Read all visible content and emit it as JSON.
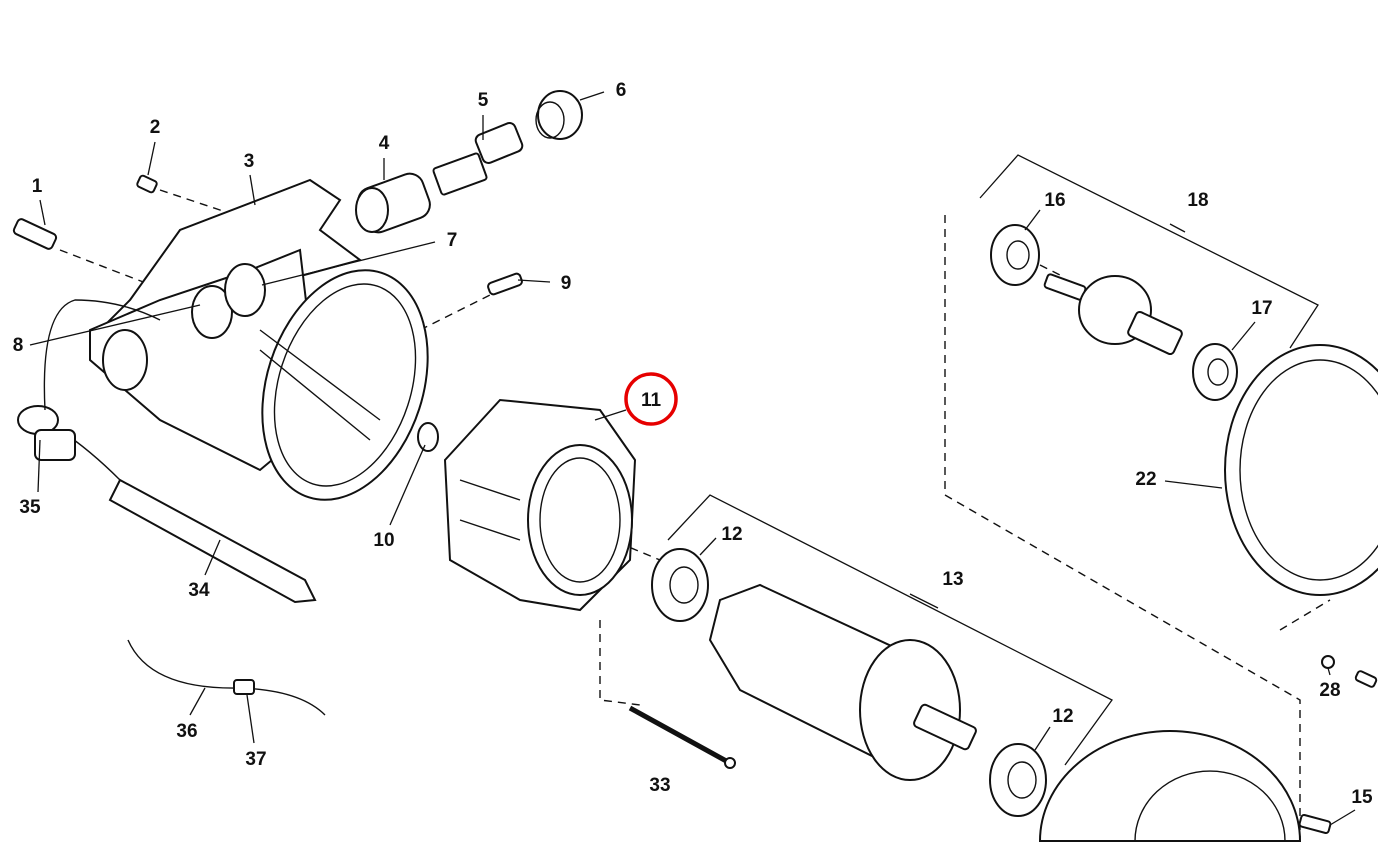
{
  "diagram": {
    "highlight_color": "#e60000",
    "highlighted_part": "11",
    "labels": {
      "p1": "1",
      "p2": "2",
      "p3": "3",
      "p4": "4",
      "p5": "5",
      "p6": "6",
      "p7": "7",
      "p8": "8",
      "p9": "9",
      "p10": "10",
      "p11": "11",
      "p12a": "12",
      "p12b": "12",
      "p13": "13",
      "p15": "15",
      "p16": "16",
      "p17": "17",
      "p18": "18",
      "p22": "22",
      "p28": "28",
      "p33": "33",
      "p34": "34",
      "p35": "35",
      "p36": "36",
      "p37": "37"
    }
  }
}
